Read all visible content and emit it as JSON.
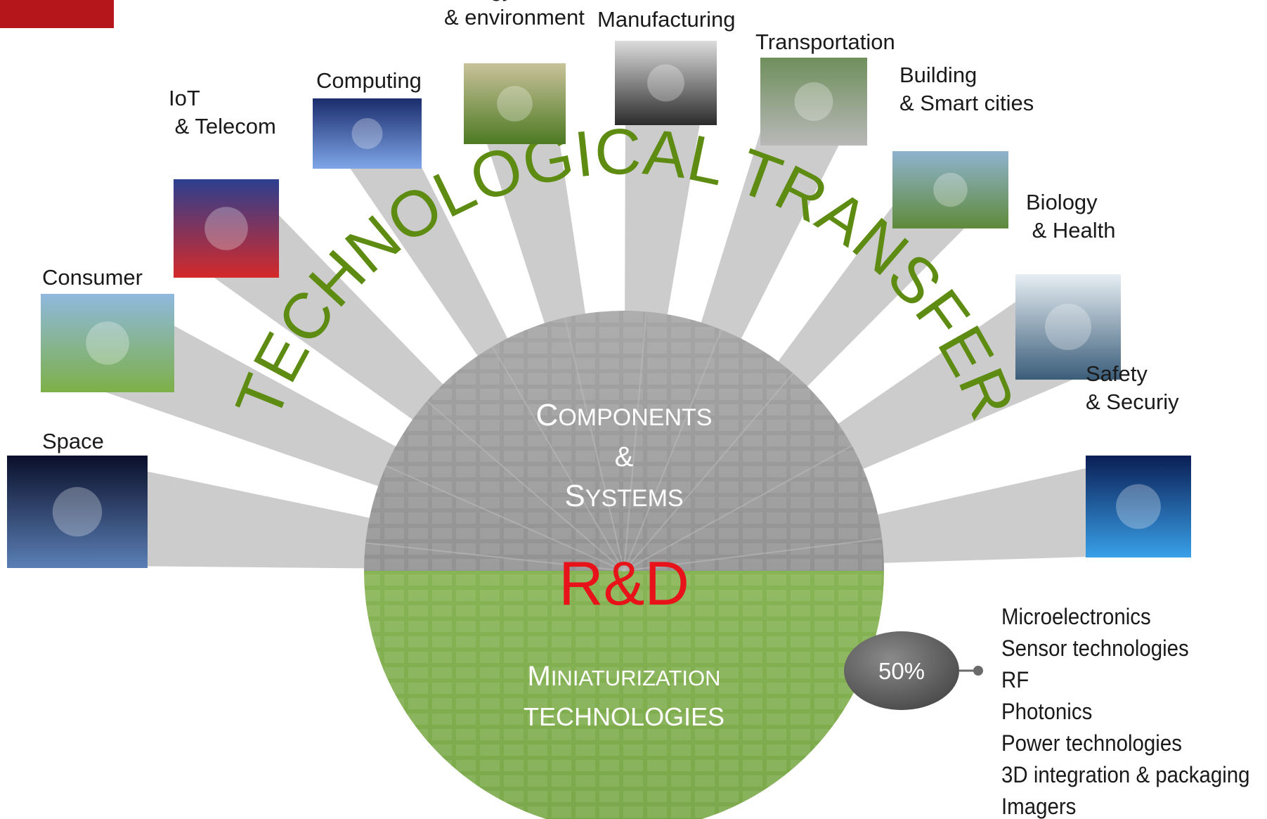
{
  "center": {
    "upper_line1": "Components",
    "upper_line2": "&",
    "upper_line3": "Systems",
    "core_label": "R&D",
    "lower_line1": "Miniaturization",
    "lower_line2": "technologies"
  },
  "arc_title": "TECHNOLOGICAL TRANSFER",
  "domains": [
    {
      "id": "space",
      "lines": [
        "Space"
      ],
      "icon": "space-earth-moon-icon"
    },
    {
      "id": "consumer",
      "lines": [
        "Consumer"
      ],
      "icon": "family-house-icon"
    },
    {
      "id": "iot-telecom",
      "lines": [
        "IoT",
        " & Telecom"
      ],
      "icon": "phone-signal-icon"
    },
    {
      "id": "computing",
      "lines": [
        "Computing"
      ],
      "icon": "server-room-icon"
    },
    {
      "id": "energy-environment",
      "lines": [
        "Energy",
        "& environment"
      ],
      "icon": "seedling-hands-icon"
    },
    {
      "id": "manufacturing",
      "lines": [
        "Manufacturing"
      ],
      "icon": "gears-icon"
    },
    {
      "id": "transportation",
      "lines": [
        "Transportation"
      ],
      "icon": "car-icon"
    },
    {
      "id": "building-smart-cities",
      "lines": [
        "Building",
        "& Smart cities"
      ],
      "icon": "city-skyline-icon"
    },
    {
      "id": "biology-health",
      "lines": [
        "Biology",
        " & Health"
      ],
      "icon": "stethoscope-icon"
    },
    {
      "id": "safety-security",
      "lines": [
        "Safety",
        "& Securiy"
      ],
      "icon": "padlock-circuit-icon"
    }
  ],
  "share_badge": "50%",
  "technologies": [
    "Microelectronics",
    "Sensor technologies",
    "RF",
    "Photonics",
    "Power technologies",
    "3D integration & packaging",
    "Imagers"
  ],
  "colors": {
    "brand_red": "#b4161b",
    "transfer_green": "#5e8c12",
    "rd_red": "#e8121a",
    "upper_half": "#8c8c8c",
    "lower_half": "#8cb85a",
    "ray": "#c6c6c6"
  }
}
